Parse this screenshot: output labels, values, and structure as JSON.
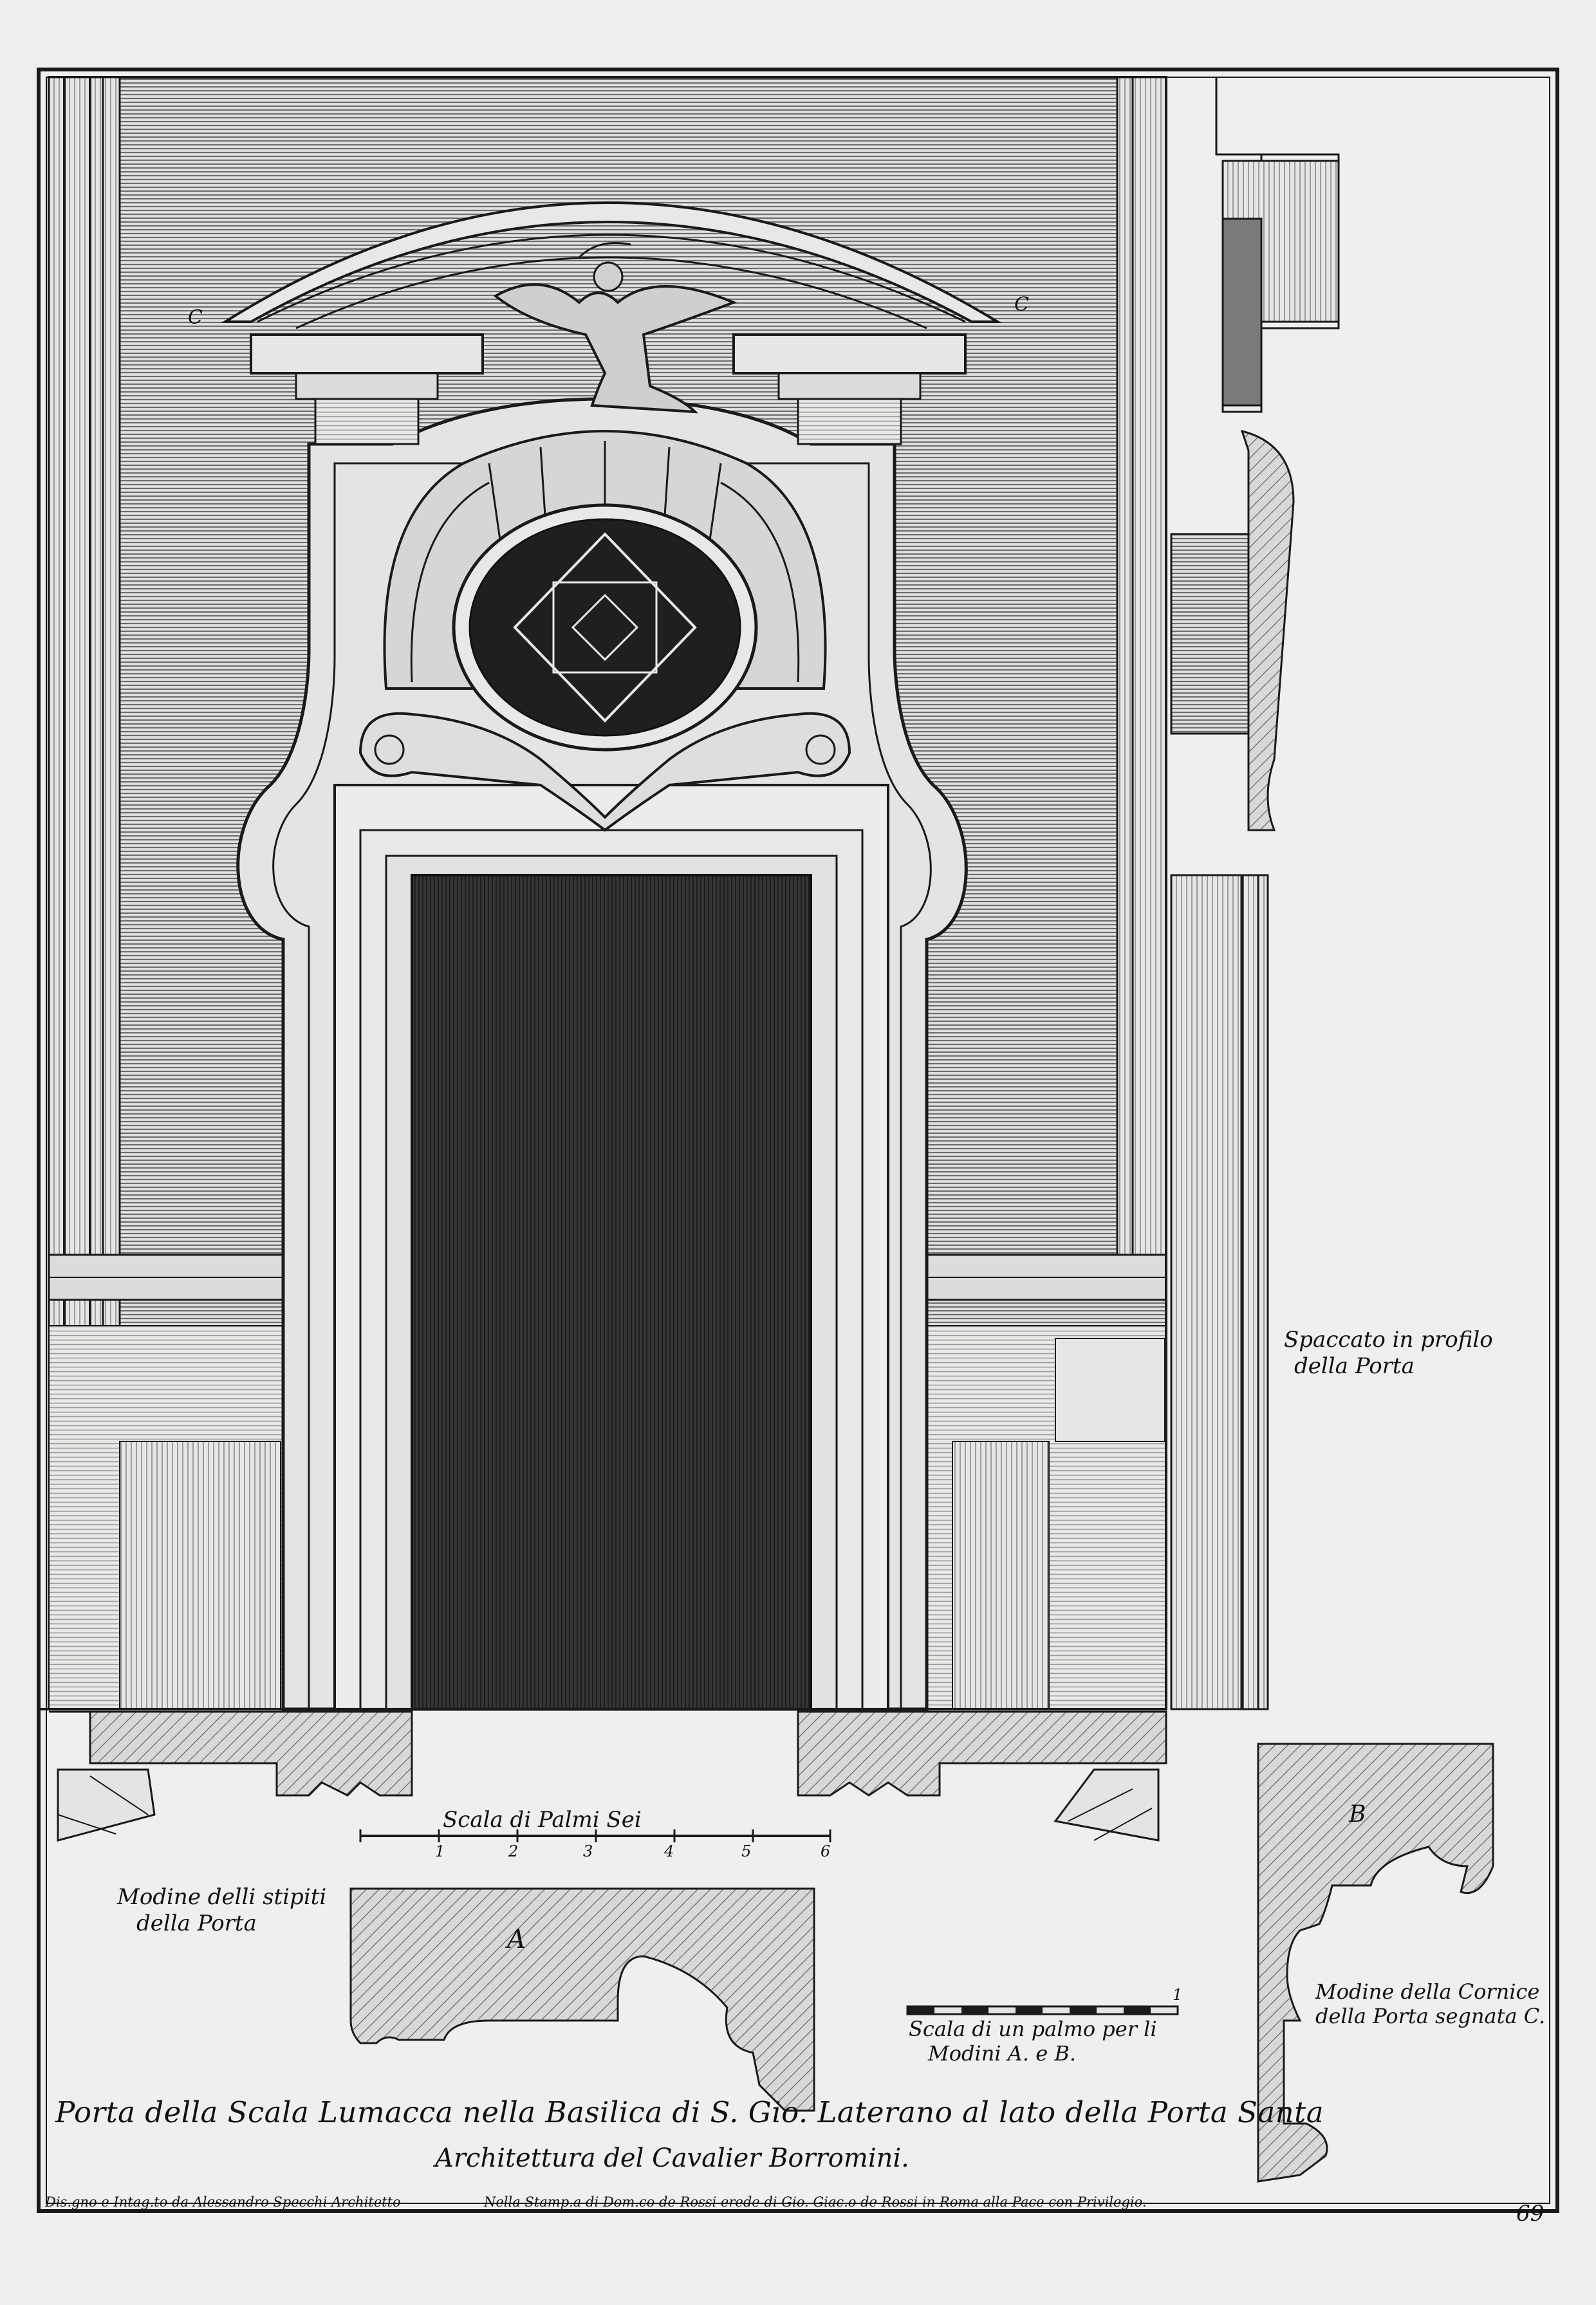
{
  "plate": {
    "title": "Porta della Scala Lumacca nella Basilica di S. Gio. Laterano al lato della Porta Santa",
    "subtitle": "Architettura del Cavalier Borromini.",
    "credit_left": "Dis.gno e Intag.to da Alessandro Specchi Architetto",
    "credit_right": "Nella Stamp.a di Dom.co de Rossi erede di Gio. Giac.o de Rossi in Roma alla Pace con Privilegio.",
    "page_number": "69"
  },
  "labels": {
    "c_left": "C",
    "c_right": "C",
    "profile_line1": "Spaccato in profilo",
    "profile_line2": "della Porta",
    "stipiti_line1": "Modine delli stipiti",
    "stipiti_line2": "della Porta",
    "cornice_line1": "Modine della Cornice",
    "cornice_line2": "della Porta segnata C.",
    "letter_a": "A",
    "letter_b": "B"
  },
  "scale_palmi": {
    "title": "Scala di Palmi Sei",
    "ticks": [
      "1",
      "2",
      "3",
      "4",
      "5",
      "6"
    ]
  },
  "scale_modini": {
    "line1": "Scala di un palmo per li",
    "line2": "Modini A. e B.",
    "tick": "1"
  },
  "colors": {
    "paper": "#efefed",
    "ink": "#1a1a1a",
    "wall_hatch": "#8d8d8d",
    "door_dark": "#2b2b2b",
    "oval_dark": "#1c1c1c"
  }
}
